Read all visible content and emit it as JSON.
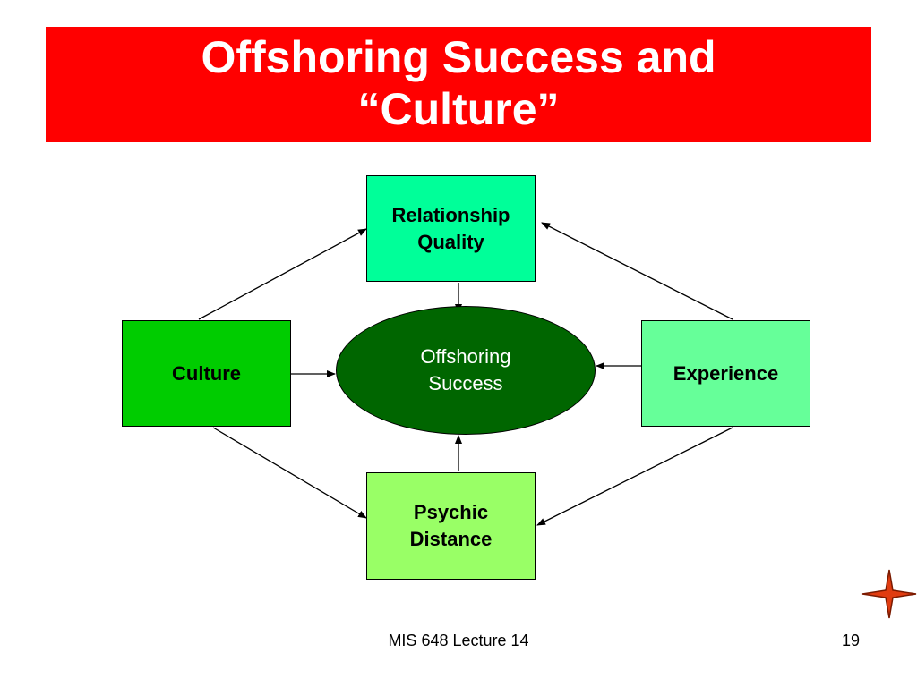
{
  "slide": {
    "title": "Offshoring Success and\n“Culture”",
    "footer": "MIS 648 Lecture 14",
    "page_number": "19"
  },
  "diagram": {
    "nodes": {
      "relationship_quality": "Relationship\nQuality",
      "culture": "Culture",
      "experience": "Experience",
      "psychic_distance": "Psychic\nDistance",
      "offshoring_success": "Offshoring\nSuccess"
    },
    "edges": [
      {
        "from": "culture",
        "to": "relationship_quality"
      },
      {
        "from": "culture",
        "to": "offshoring_success"
      },
      {
        "from": "culture",
        "to": "psychic_distance"
      },
      {
        "from": "experience",
        "to": "relationship_quality"
      },
      {
        "from": "experience",
        "to": "offshoring_success"
      },
      {
        "from": "experience",
        "to": "psychic_distance"
      },
      {
        "from": "relationship_quality",
        "to": "offshoring_success"
      },
      {
        "from": "psychic_distance",
        "to": "offshoring_success"
      }
    ]
  },
  "colors": {
    "title_bar": "#ff0000",
    "title_text": "#ffffff",
    "relationship_quality": "#00ff99",
    "culture": "#00cc00",
    "experience": "#66ff99",
    "psychic_distance": "#99ff66",
    "offshoring_success": "#006600",
    "connector": "#000000",
    "star_fill": "#e03c10",
    "star_outline": "#7a1a00"
  },
  "icons": {
    "logo": "four-point-star-icon"
  }
}
